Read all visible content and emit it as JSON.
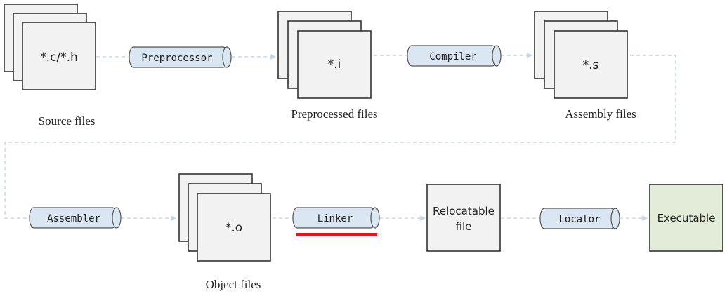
{
  "colors": {
    "file_fill": "#f2f2f2",
    "file_stroke": "#333333",
    "tool_fill": "#dae6f2",
    "tool_stroke": "#555555",
    "connector": "#c5d7ea",
    "highlight": "#e8141e",
    "relocatable_fill": "#f2f2f2",
    "executable_fill": "#e2ecd8"
  },
  "source": {
    "ext": "*.c/*.h",
    "caption": "Source files"
  },
  "preprocessed": {
    "ext": "*.i",
    "caption": "Preprocessed files"
  },
  "assembly": {
    "ext": "*.s",
    "caption": "Assembly files"
  },
  "object": {
    "ext": "*.o",
    "caption": "Object files"
  },
  "tools": {
    "preprocessor": "Preprocessor",
    "compiler": "Compiler",
    "assembler": "Assembler",
    "linker": "Linker",
    "locator": "Locator"
  },
  "relocatable": {
    "line1": "Relocatable",
    "line2": "file"
  },
  "executable": {
    "label": "Executable"
  }
}
